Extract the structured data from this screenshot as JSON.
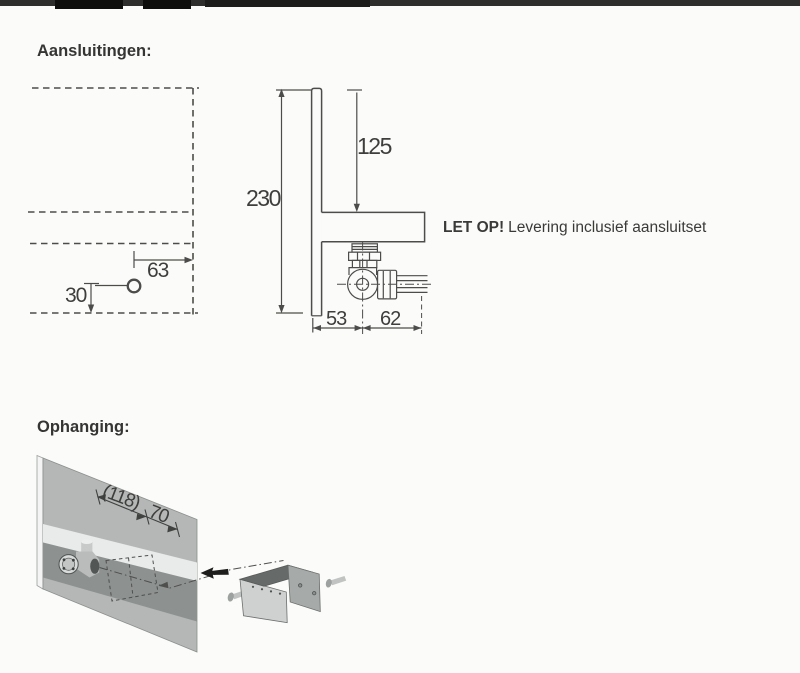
{
  "page": {
    "section_connections": {
      "heading": "Aansluitingen:",
      "note_bold": "LET OP!",
      "note_text": "Levering inclusief aansluitset",
      "dimensions": {
        "hole_offset_right": "63",
        "hole_offset_bottom": "30",
        "total_height": "230",
        "top_to_collector": "125",
        "collector_depth": "53",
        "valve_depth": "62"
      }
    },
    "section_mounting": {
      "heading": "Ophanging:",
      "dimensions": {
        "bracket_spacing": "(118)",
        "bracket_edge_offset": "70"
      }
    },
    "colors": {
      "line": "#4c4c4a",
      "panel": "#b4b7b6",
      "panel_highlight": "#e9ebea",
      "panel_shadow": "#8d9190",
      "text": "#3d3d3b",
      "arrow": "#1d1d1b"
    }
  }
}
